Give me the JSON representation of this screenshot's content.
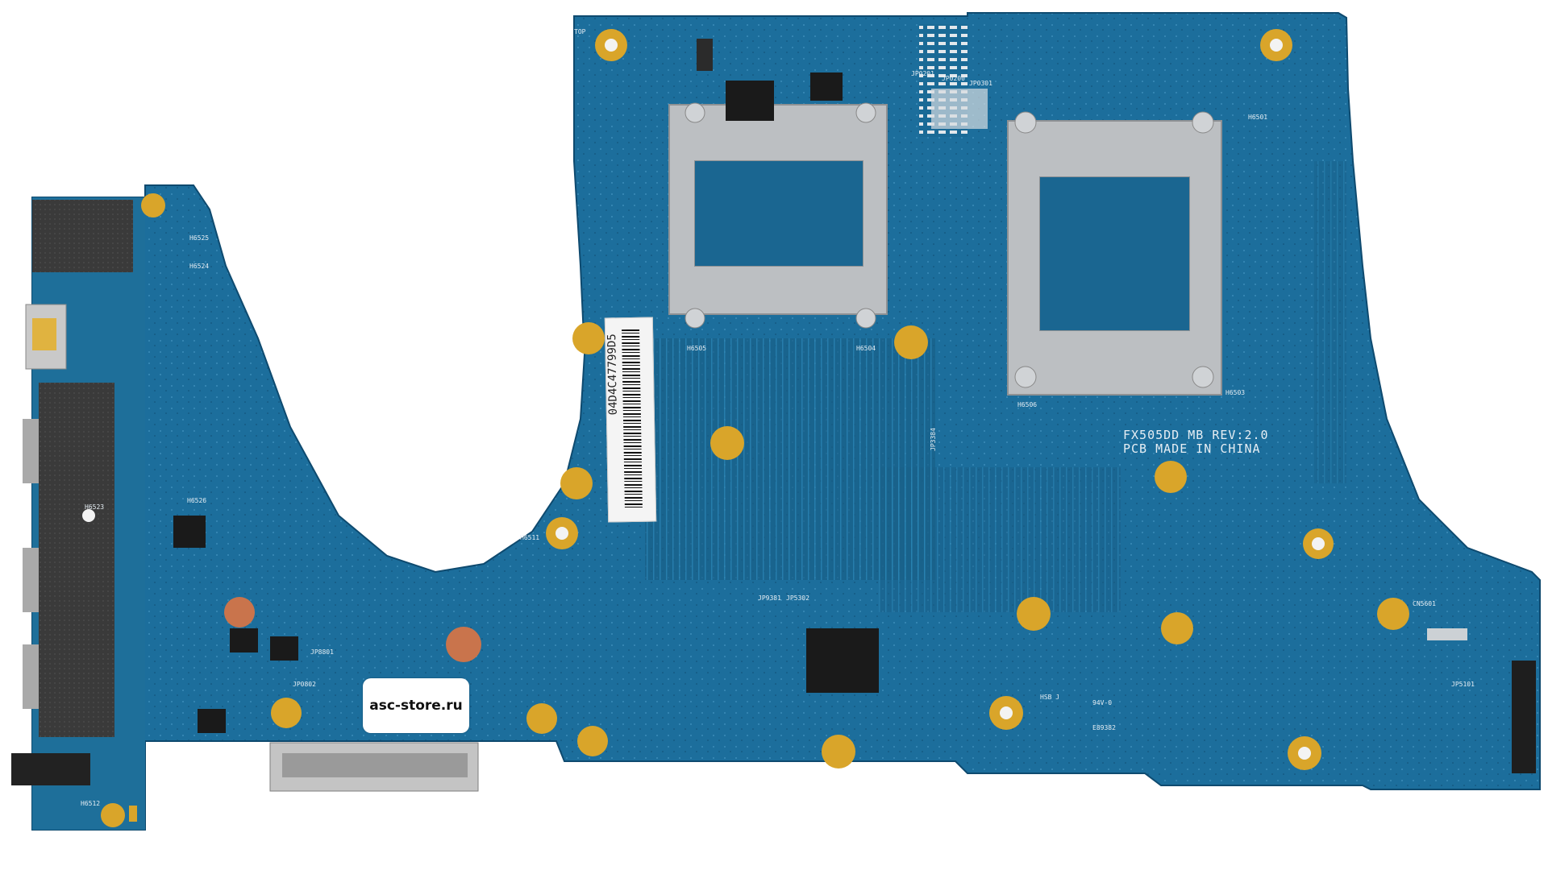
{
  "board": {
    "model_label": "FX505DD MB REV:2.0",
    "made_in_label": "PCB MADE IN CHINA",
    "top_label": "TOP",
    "barcode": "04D4C47799D5",
    "ul_label": "E89382",
    "v0_label": "94V-0",
    "hsb_label": "HSB J",
    "colors": {
      "pcb": "#1c6e9c",
      "pcb_dark": "#145a84",
      "bracket": "#b9bcbf",
      "pad_gold": "#d9a52a",
      "pad_copper": "#c9744c",
      "chip": "#1a1a1a"
    }
  },
  "silkscreen": {
    "h6525": "H6525",
    "h6524": "H6524",
    "h6526": "H6526",
    "h6523": "H6523",
    "h6512": "H6512",
    "h6511": "H6511",
    "h6505": "H6505",
    "h6504": "H6504",
    "h6506": "H6506",
    "h6503": "H6503",
    "h6501": "H6501",
    "jp0201": "JP0201",
    "jp0200": "JP0200",
    "jp0301": "JP0301",
    "jp0802": "JP0802",
    "jp8801": "JP8801",
    "jp5101": "JP5101",
    "cn5601": "CN5601",
    "jp9381": "JP9381",
    "jp5302": "JP5302",
    "jp3384": "JP3384"
  },
  "watermark": {
    "text": "asc-store.ru"
  }
}
